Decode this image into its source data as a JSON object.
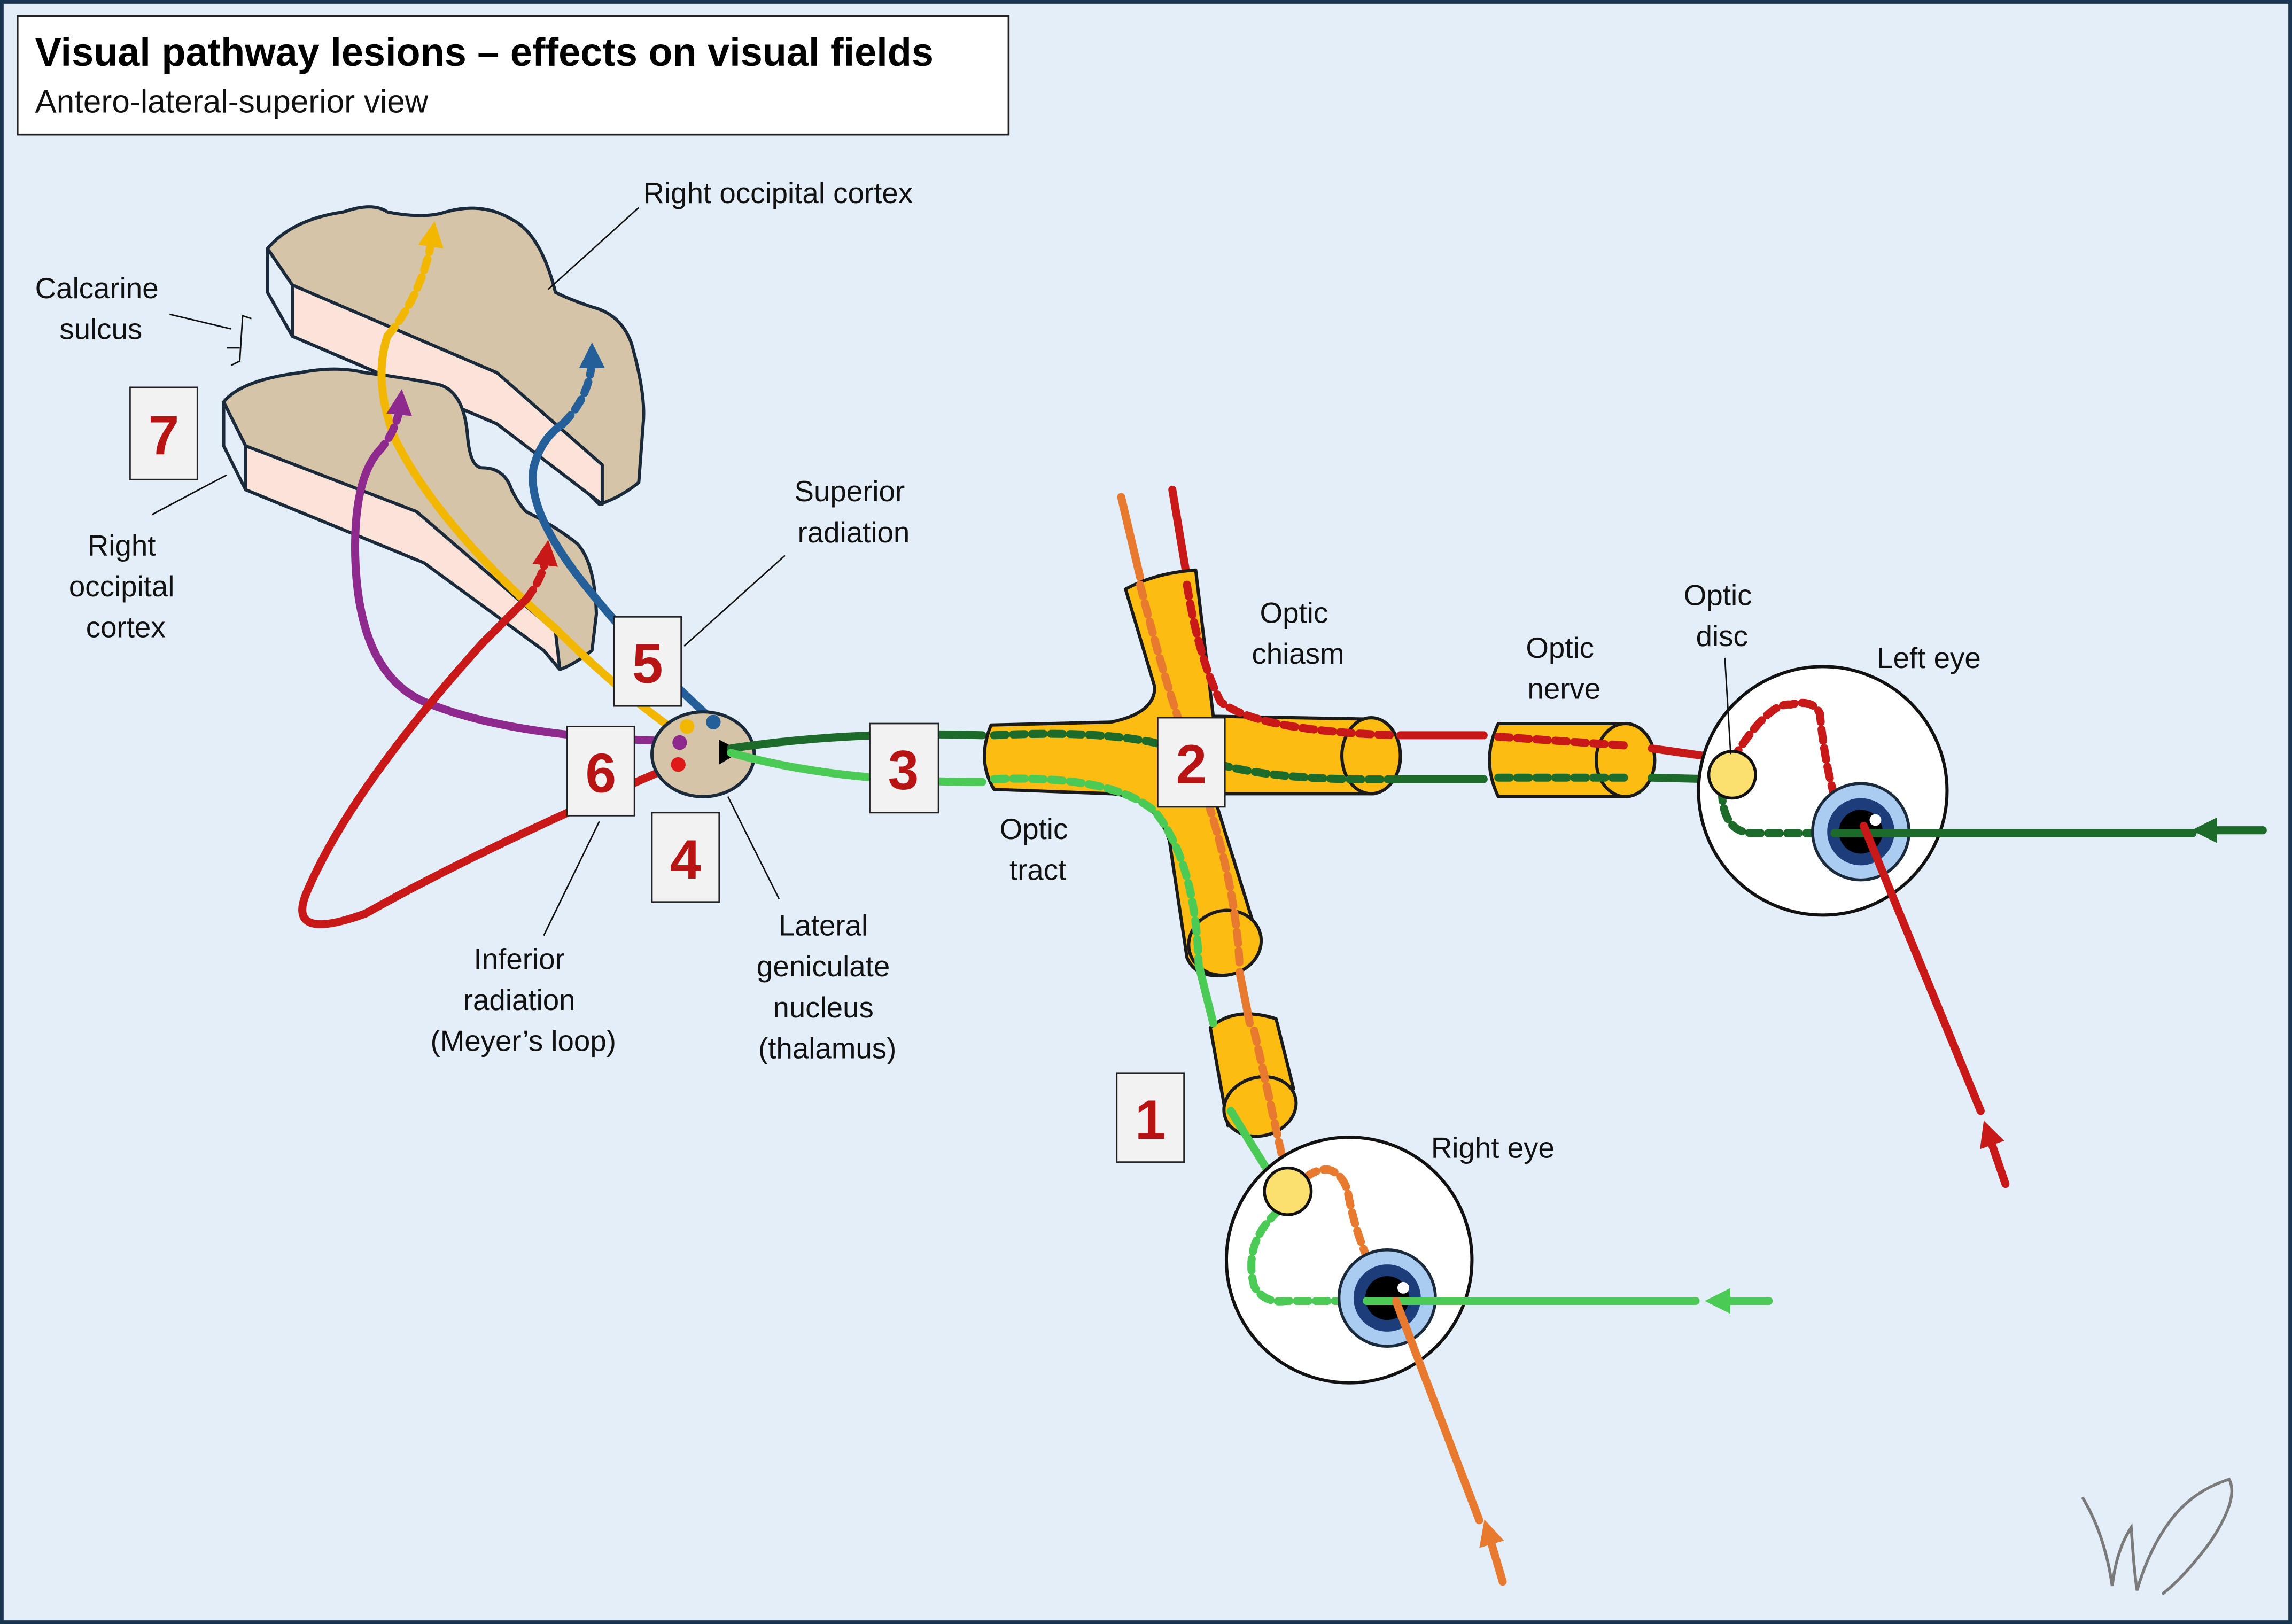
{
  "title": "Visual pathway lesions – effects on visual fields",
  "subtitle": "Antero-lateral-superior view",
  "labels": {
    "right_occipital_cortex_top": "Right occipital cortex",
    "calcarine_sulcus": [
      "Calcarine",
      "sulcus"
    ],
    "right_occipital_cortex_left": [
      "Right",
      "occipital",
      "cortex"
    ],
    "superior_radiation": [
      "Superior",
      "radiation"
    ],
    "inferior_radiation": [
      "Inferior",
      "radiation",
      "(Meyer’s loop)"
    ],
    "lgn": [
      "Lateral",
      "geniculate",
      "nucleus",
      "(thalamus)"
    ],
    "optic_tract": [
      "Optic",
      "tract"
    ],
    "optic_chiasm": [
      "Optic",
      "chiasm"
    ],
    "optic_nerve": [
      "Optic",
      "nerve"
    ],
    "optic_disc": [
      "Optic",
      "disc"
    ],
    "left_eye": "Left eye",
    "right_eye": "Right eye"
  },
  "lesions": [
    "1",
    "2",
    "3",
    "4",
    "5",
    "6",
    "7"
  ],
  "colors": {
    "background": "#e3eef8",
    "tube": "#fcbc12",
    "lesion_number": "#b81414",
    "dark_green": "#1d6b2a",
    "light_green": "#4cca56",
    "red": "#c81818",
    "orange": "#e87a30",
    "yellow": "#f2b700",
    "blue": "#245f9a",
    "purple": "#8e2a8e",
    "cortex_tan": "#d6c4a8",
    "cortex_pink": "#fbe3da"
  }
}
